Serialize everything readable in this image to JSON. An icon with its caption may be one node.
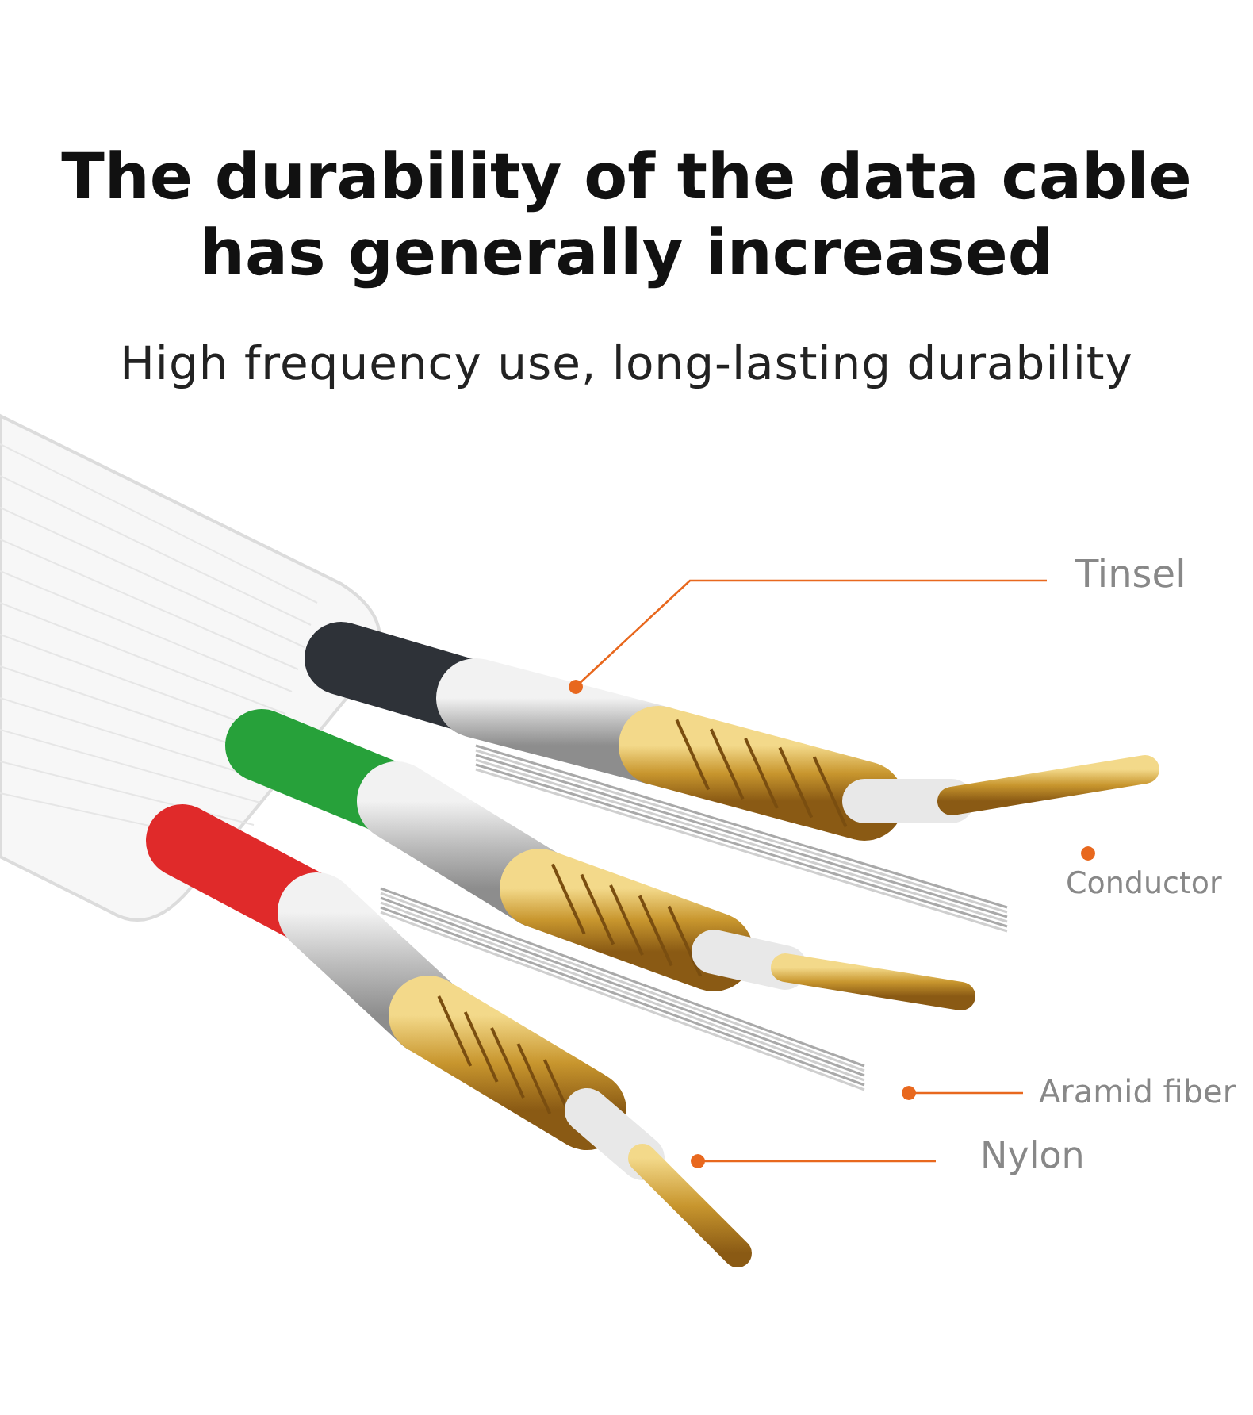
{
  "diagram": {
    "title": "The durability of the data cable has generally increased",
    "nodes": [
      {
        "text": [
          "Tinsel"
        ]
      },
      {
        "text": [
          "Aramid fiber"
        ]
      },
      {
        "text": [
          "Nylon"
        ]
      }
    ],
    "edges": [
      {
        "from": 0,
        "to": null,
        "arrow": "other"
      },
      {
        "from": 1,
        "to": null,
        "arrow": "other"
      },
      {
        "from": 2,
        "to": null,
        "arrow": "other"
      }
    ],
    "labels": [
      "High frequency use, long-lasting durability",
      "Conductor"
    ]
  }
}
